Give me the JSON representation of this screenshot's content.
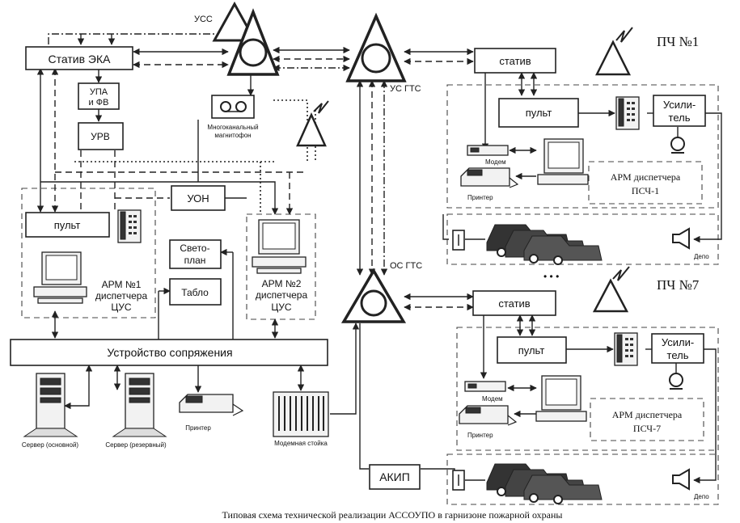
{
  "labels": {
    "uss": "УСС",
    "stativ_eka": "Статив ЭКА",
    "upa_1": "УПА",
    "upa_2": "и ФВ",
    "urv": "УРВ",
    "recorder_1": "Многоканальный",
    "recorder_2": "магнитофон",
    "uon": "УОН",
    "pult_main": "пульт",
    "svetoplan_1": "Свето-",
    "svetoplan_2": "план",
    "tablo": "Табло",
    "arm1_1": "АРМ  №1",
    "arm1_2": "диспетчера",
    "arm1_3": "ЦУС",
    "arm2_1": "АРМ №2",
    "arm2_2": "диспетчера",
    "arm2_3": "ЦУС",
    "interface": "Устройство сопряжения",
    "server_main": "Сервер (основной)",
    "server_reserve": "Сервер (резервный)",
    "printer_main": "Принтер",
    "modem_rack": "Модемная стойка",
    "us_gts": "УС ГТС",
    "os_gts": "ОС ГТС",
    "akip": "АКИП",
    "pch1": "ПЧ №1",
    "pch7": "ПЧ №7",
    "stativ_1": "статив",
    "pult_1": "пульт",
    "amp_1a": "Усили-",
    "amp_1b": "тель",
    "modem_1": "Модем",
    "printer_1": "Принтер",
    "arm_psch1_1": "АРМ диспетчера",
    "arm_psch1_2": "ПСЧ-1",
    "depo_1": "Депо",
    "stativ_7": "статив",
    "pult_7": "пульт",
    "amp_7a": "Усили-",
    "amp_7b": "тель",
    "modem_7": "Модем",
    "printer_7": "Принтер",
    "arm_psch7_1": "АРМ диспетчера",
    "arm_psch7_2": "ПСЧ-7",
    "depo_7": "Депо",
    "ellipsis": "• • •",
    "caption": "Типовая схема технической реализации АССОУПО в гарнизоне пожарной охраны"
  }
}
